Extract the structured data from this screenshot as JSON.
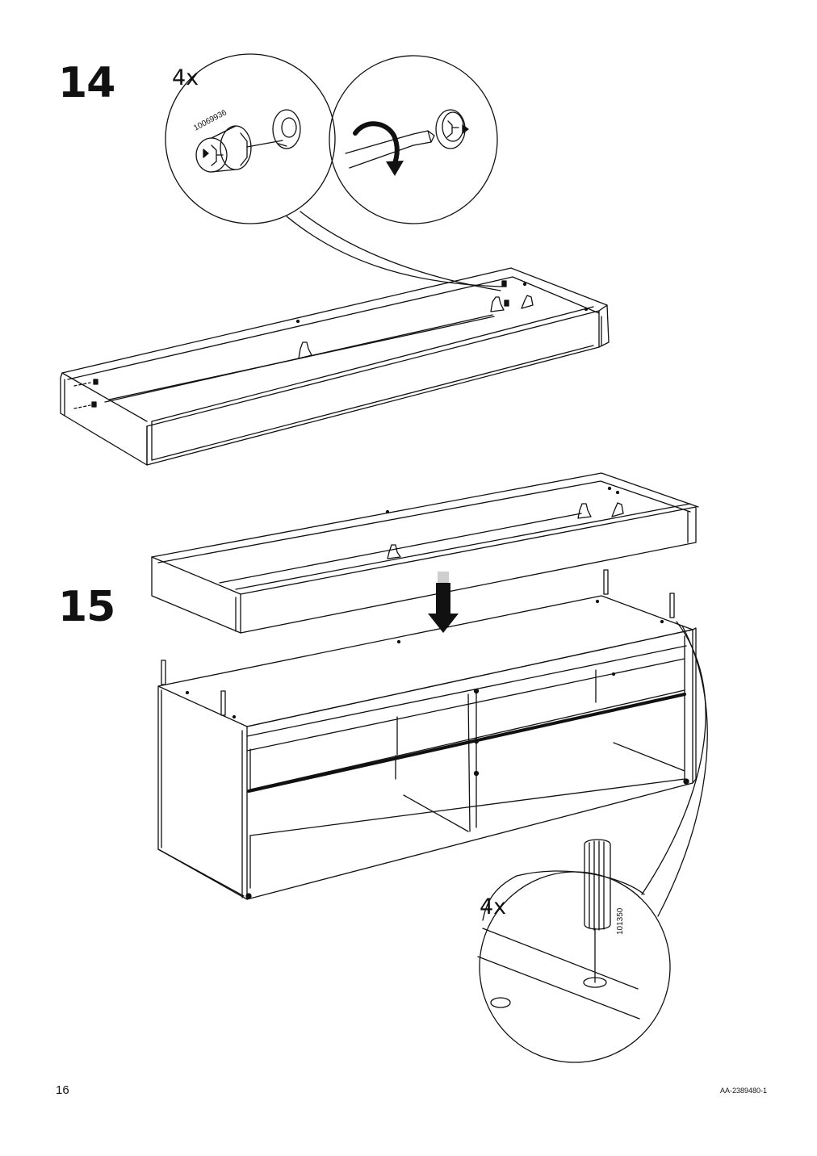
{
  "page": {
    "number": "16",
    "doc_id": "AA-2389480-1"
  },
  "steps": [
    {
      "number": "14",
      "quantity": "4x",
      "part_number": "10069936"
    },
    {
      "number": "15",
      "quantity": "4x",
      "part_number": "101350"
    }
  ]
}
